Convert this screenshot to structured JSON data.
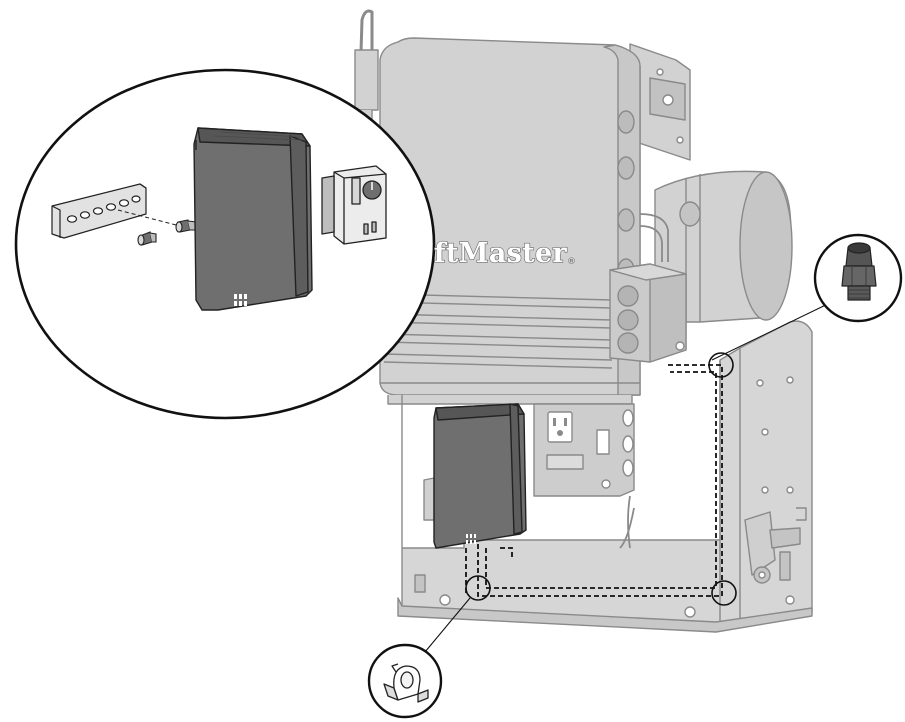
{
  "diagram": {
    "brand_text": "ftMaster",
    "brand_mark": "®",
    "colors": {
      "operator_fill": "#d2d2d2",
      "operator_line": "#8a8a8a",
      "heater_fill": "#6f6f6f",
      "heater_top": "#565656",
      "callout_line": "#111111",
      "wire_dash": "#111111"
    },
    "icons": [
      "heater",
      "thermostat",
      "din-rail",
      "screw",
      "cable-gland",
      "cable-clip",
      "outlet",
      "junction-box",
      "electric-motor"
    ]
  }
}
